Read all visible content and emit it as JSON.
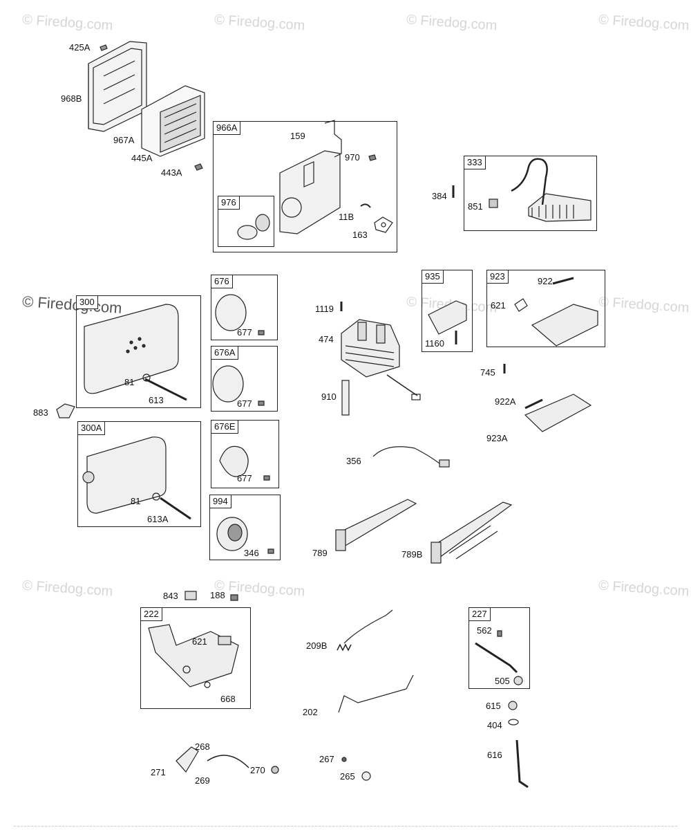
{
  "watermarks": [
    "© Firedog.com",
    "© Firedog.com",
    "© Firedog.com",
    "© Firedog.com",
    "© Firedog.com",
    "© Firedog.com",
    "© Firedog.com",
    "© Firedog.com",
    "© Firedog.com",
    "© Firedog.com"
  ],
  "boxes": {
    "b966A": "966A",
    "b976": "976",
    "b333": "333",
    "b300": "300",
    "b676": "676",
    "b676A": "676A",
    "b676E": "676E",
    "b994": "994",
    "b300A": "300A",
    "b935": "935",
    "b923": "923",
    "b222": "222",
    "b227": "227"
  },
  "labels": {
    "l425A": "425A",
    "l968B": "968B",
    "l967A": "967A",
    "l445A": "445A",
    "l443A": "443A",
    "l159": "159",
    "l970": "970",
    "l11B": "11B",
    "l163": "163",
    "l384": "384",
    "l851": "851",
    "l1119": "1119",
    "l474": "474",
    "l910": "910",
    "l1160": "1160",
    "l922": "922",
    "l621a": "621",
    "l745": "745",
    "l922A": "922A",
    "l923A": "923A",
    "l81a": "81",
    "l613": "613",
    "l883": "883",
    "l677a": "677",
    "l677b": "677",
    "l677c": "677",
    "l81b": "81",
    "l613A": "613A",
    "l346": "346",
    "l356": "356",
    "l789": "789",
    "l789B": "789B",
    "l843": "843",
    "l188": "188",
    "l621b": "621",
    "l668": "668",
    "l209B": "209B",
    "l202": "202",
    "l562": "562",
    "l505": "505",
    "l615": "615",
    "l404": "404",
    "l616": "616",
    "l268": "268",
    "l271": "271",
    "l269": "269",
    "l270": "270",
    "l267": "267",
    "l265": "265"
  }
}
